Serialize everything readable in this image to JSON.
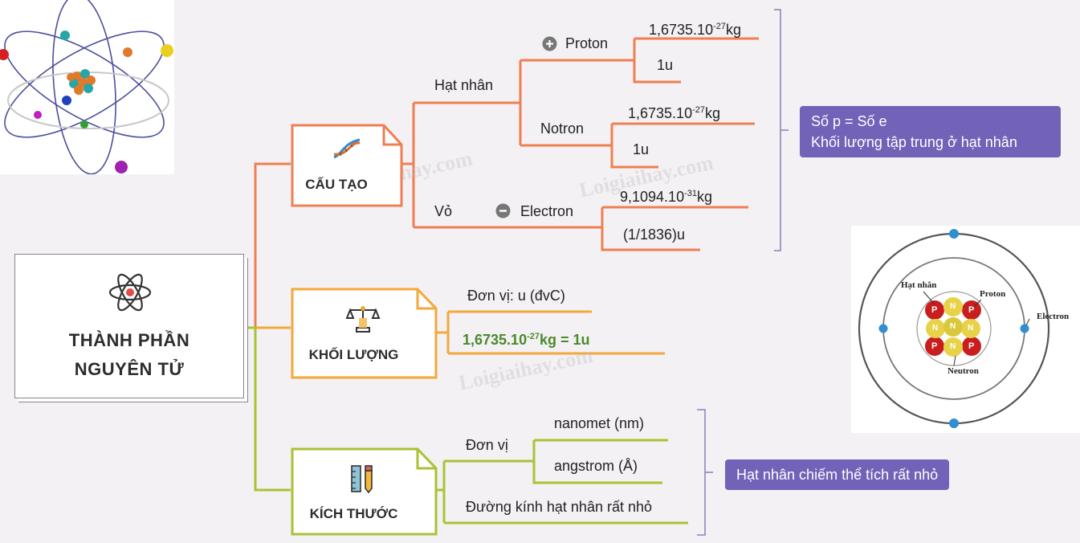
{
  "root": {
    "title_line1": "THÀNH PHẦN",
    "title_line2": "NGUYÊN TỬ"
  },
  "branches": {
    "structure": {
      "label": "CẤU TẠO",
      "nucleus_label": "Hạt nhân",
      "shell_label": "Vỏ",
      "proton": {
        "label": "Proton",
        "mass_base": "1,6735.10",
        "mass_exp": "-27",
        "mass_unit": "kg",
        "mass_u": "1u"
      },
      "neutron": {
        "label": "Notron",
        "mass_base": "1,6735.10",
        "mass_exp": "-27",
        "mass_unit": "kg",
        "mass_u": "1u"
      },
      "electron": {
        "label": "Electron",
        "mass_base": "9,1094.10",
        "mass_exp": "-31",
        "mass_unit": "kg",
        "mass_u": "(1/1836)u"
      },
      "callout_line1": "Số p = Số e",
      "callout_line2": "Khối lượng tập trung ở hạt nhân"
    },
    "mass": {
      "label": "KHỐI LƯỢNG",
      "unit_text": "Đơn vị: u (đvC)",
      "eq_base": "1,6735.10",
      "eq_exp": "-27",
      "eq_rest": "kg = 1u"
    },
    "size": {
      "label": "KÍCH THƯỚC",
      "unit_label": "Đơn vị",
      "unit_nm": "nanomet (nm)",
      "unit_a": "angstrom (Å)",
      "diameter_text": "Đường kính hạt nhân rất nhỏ",
      "callout": "Hạt nhân chiếm thể tích rất nhỏ"
    }
  },
  "atom_diagram": {
    "nucleus_label": "Hạt nhân",
    "proton_label": "Proton",
    "electron_label": "Electron",
    "neutron_label": "Neutron",
    "p_letter": "P",
    "n_letter": "N"
  },
  "watermark": "Loigiaihay.com",
  "colors": {
    "structure": "#ef7f52",
    "mass": "#f3a83b",
    "size": "#a9c236",
    "callout": "#7262b8",
    "highlight_text": "#4a8a2a",
    "bracket": "#8d7fb8"
  }
}
